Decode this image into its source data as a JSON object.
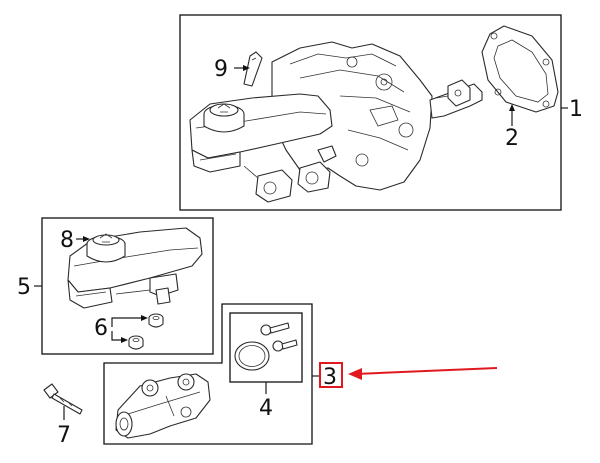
{
  "callouts": {
    "c1": "1",
    "c2": "2",
    "c3": "3",
    "c4": "4",
    "c5": "5",
    "c6": "6",
    "c7": "7",
    "c8": "8",
    "c9": "9"
  },
  "colors": {
    "highlight": "#e0191f",
    "line": "#1a1a1a"
  },
  "icons": {
    "master_cylinder_assembly": "brake-master-cylinder-booster-icon",
    "gasket": "gasket-icon",
    "reservoir": "fluid-reservoir-icon",
    "cap": "reservoir-cap-icon",
    "seal_kit": "seal-ring-and-bolts-icon",
    "sensor": "sensor-pin-icon",
    "cylinder": "master-cylinder-body-icon"
  }
}
